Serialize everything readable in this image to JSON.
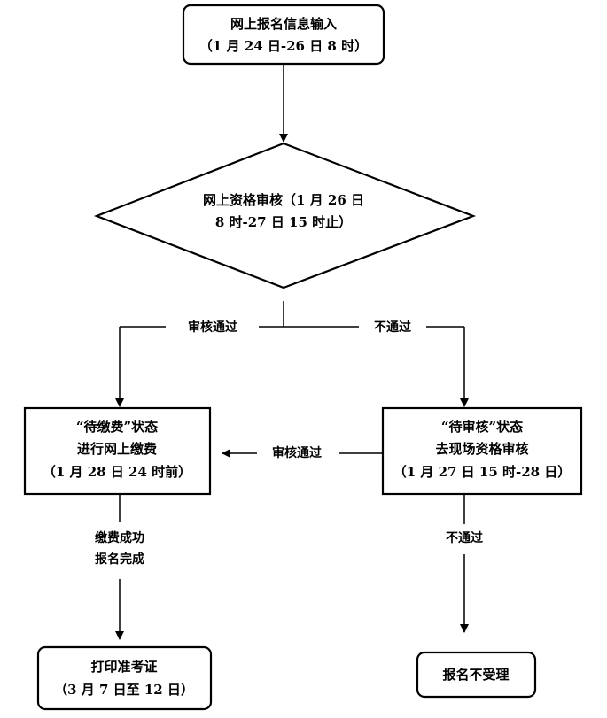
{
  "nodes": {
    "online_registration": {
      "line1": "网上报名信息输入",
      "line2": "（1 月 24 日-26 日 8 时）"
    },
    "online_review": {
      "line1": "网上资格审核（1 月 26 日",
      "line2": "8 时-27 日 15 时止）"
    },
    "pending_payment": {
      "line1": "“待缴费”状态",
      "line2": "进行网上缴费",
      "line3": "（1 月 28 日 24 时前）"
    },
    "pending_review": {
      "line1": "“待审核”状态",
      "line2": "去现场资格审核",
      "line3": "（1 月 27 日 15 时-28 日）"
    },
    "print_admission": {
      "line1": "打印准考证",
      "line2": "（3 月 7 日至 12 日）"
    },
    "rejected": {
      "line1": "报名不受理"
    }
  },
  "edges": {
    "review_pass_left": "审核通过",
    "review_fail_right": "不通过",
    "onsite_pass": "审核通过",
    "payment_done_1": "缴费成功",
    "payment_done_2": "报名完成",
    "onsite_fail": "不通过"
  }
}
